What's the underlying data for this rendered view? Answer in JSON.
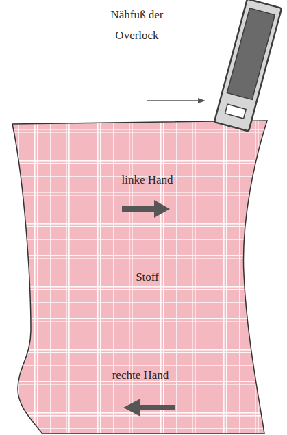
{
  "diagram": {
    "nodes": [
      {
        "text": [
          "linke Hand",
          "Stoff",
          "rechte Hand"
        ]
      }
    ],
    "labels": [
      "Nähfuß der Overlock"
    ]
  }
}
